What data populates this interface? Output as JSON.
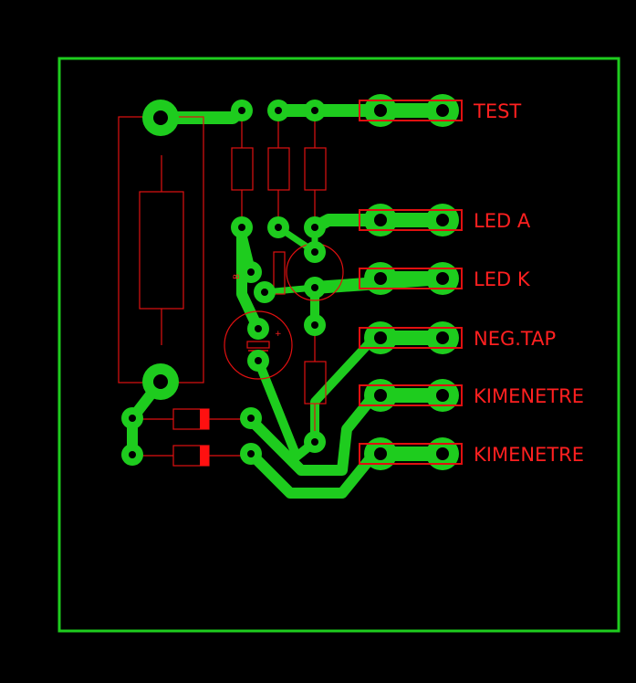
{
  "colors": {
    "background": "#000000",
    "copper": "#1ecc1e",
    "silkscreen": "#e01010",
    "label": "#ff2020"
  },
  "connectors": [
    {
      "label": "TEST"
    },
    {
      "label": "LED A"
    },
    {
      "label": "LED K"
    },
    {
      "label": "NEG.TAP"
    },
    {
      "label": "KIMENETRE"
    },
    {
      "label": "KIMENETRE"
    }
  ],
  "component_marks": {
    "transistor_pin": "B",
    "capacitor_polarity": "+"
  }
}
